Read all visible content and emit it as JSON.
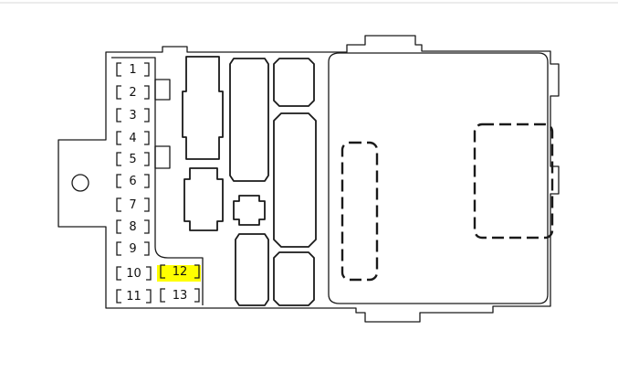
{
  "diagram": {
    "fuses": [
      {
        "label": "1"
      },
      {
        "label": "2"
      },
      {
        "label": "3"
      },
      {
        "label": "4"
      },
      {
        "label": "5"
      },
      {
        "label": "6"
      },
      {
        "label": "7"
      },
      {
        "label": "8"
      },
      {
        "label": "9"
      },
      {
        "label": "10"
      },
      {
        "label": "11"
      },
      {
        "label": "12",
        "highlighted": true
      },
      {
        "label": "13"
      }
    ],
    "highlight_color": "#ffff00",
    "line_color": "#1a1a1a"
  }
}
